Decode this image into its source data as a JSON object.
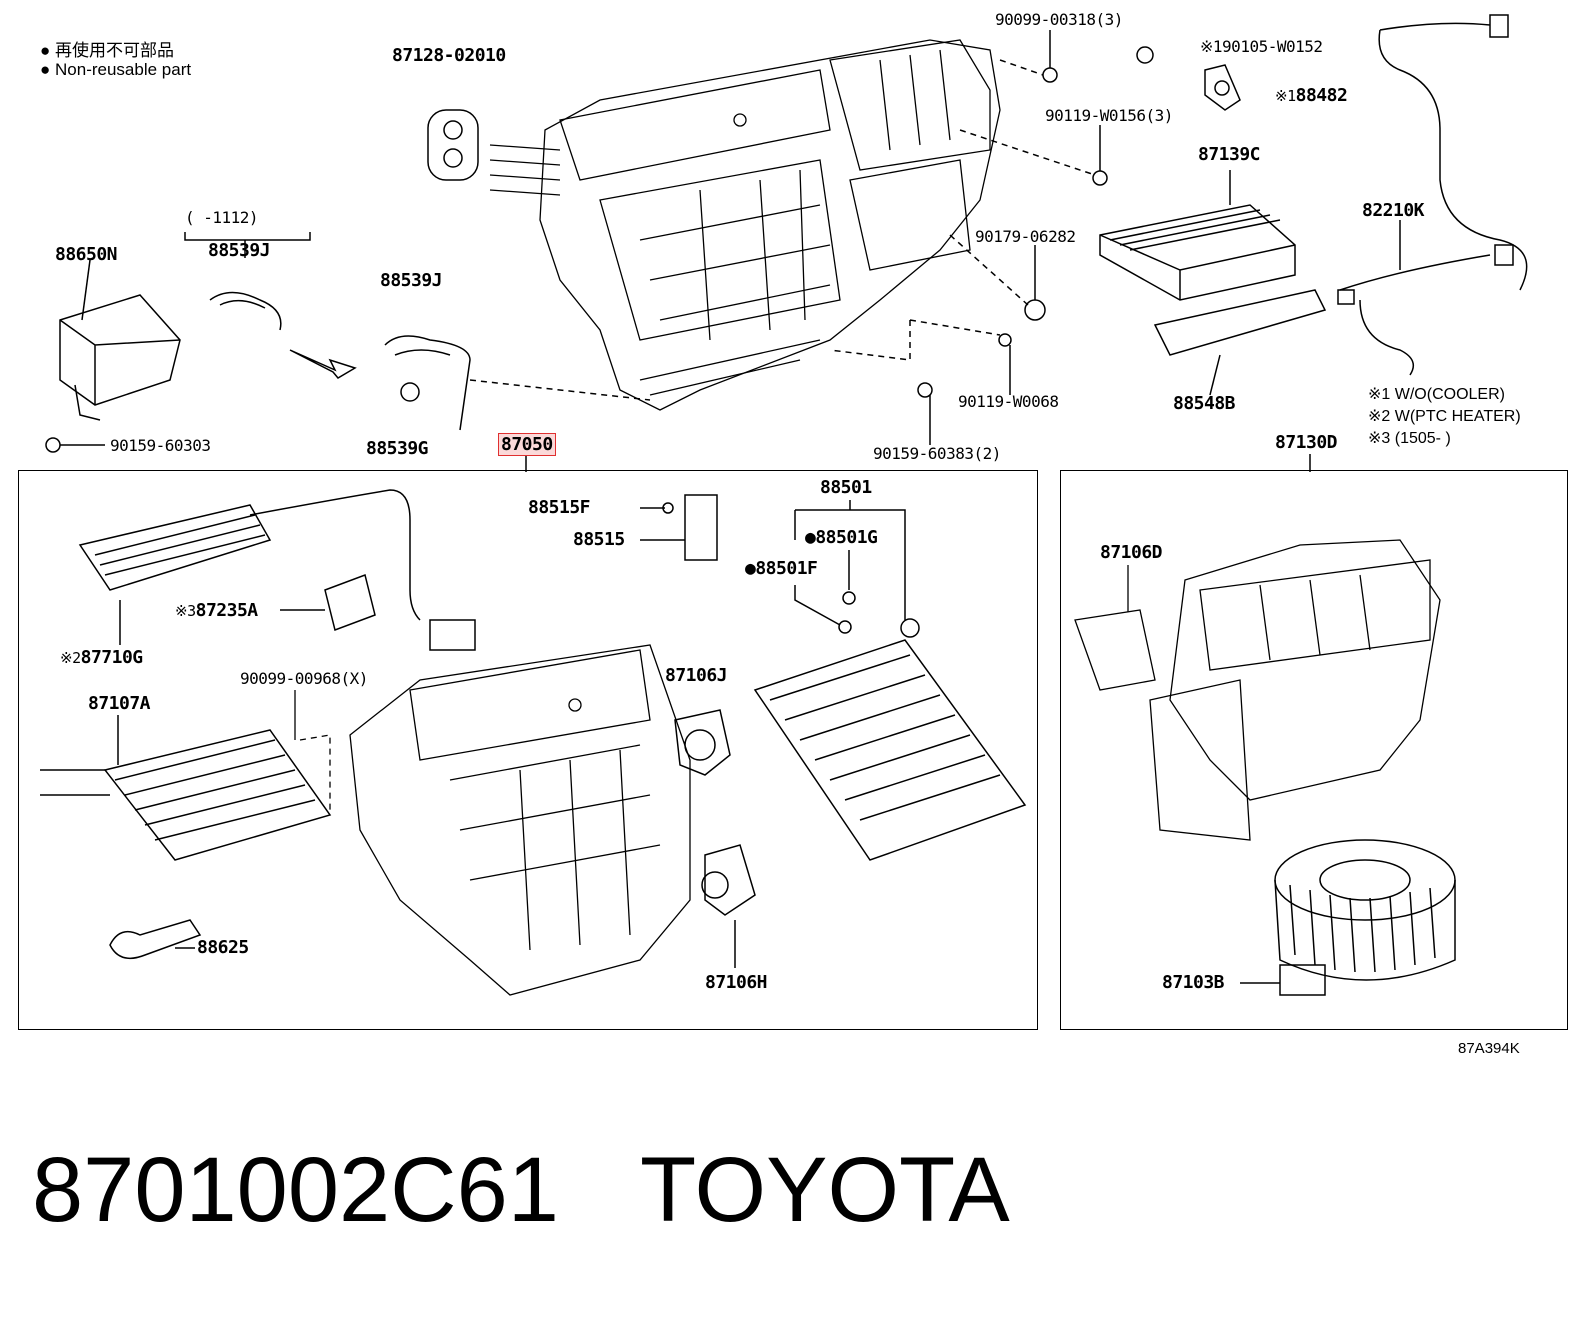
{
  "legend": {
    "jp": "再使用不可部品",
    "en": "Non-reusable part"
  },
  "labels": {
    "p87128": "87128-02010",
    "p90099_318": "90099-00318(3)",
    "p90105": "90105-W0152",
    "p88482": "88482",
    "p90119_w0156": "90119-W0156(3)",
    "p87139c": "87139C",
    "p82210k": "82210K",
    "p1112": "(     -1112)",
    "p88539j_a": "88539J",
    "p88650n": "88650N",
    "p88539j_b": "88539J",
    "p90179": "90179-06282",
    "p90119_w0068": "90119-W0068",
    "p88548b": "88548B",
    "p90159_60303": "90159-60303",
    "p88539g": "88539G",
    "p87050": "87050",
    "p90159_60383": "90159-60383(2)",
    "p87130d": "87130D",
    "p88515f": "88515F",
    "p88501": "88501",
    "p88501g": "88501G",
    "p88515": "88515",
    "p88501f": "88501F",
    "p87235a": "87235A",
    "p87710g": "87710G",
    "p90099_968": "90099-00968(X)",
    "p87106j": "87106J",
    "p87107a": "87107A",
    "p88625": "88625",
    "p87106h": "87106H",
    "p87106d": "87106D",
    "p87103b": "87103B",
    "ref": "87A394K"
  },
  "marks": {
    "m1": "※1",
    "m2": "※2",
    "m3": "※3"
  },
  "notes": {
    "n1": "※1 W/O(COOLER)",
    "n2": "※2 W(PTC HEATER)",
    "n3": "※3 (1505-      )"
  },
  "footer": {
    "part_number": "8701002C61",
    "brand": "TOYOTA"
  }
}
